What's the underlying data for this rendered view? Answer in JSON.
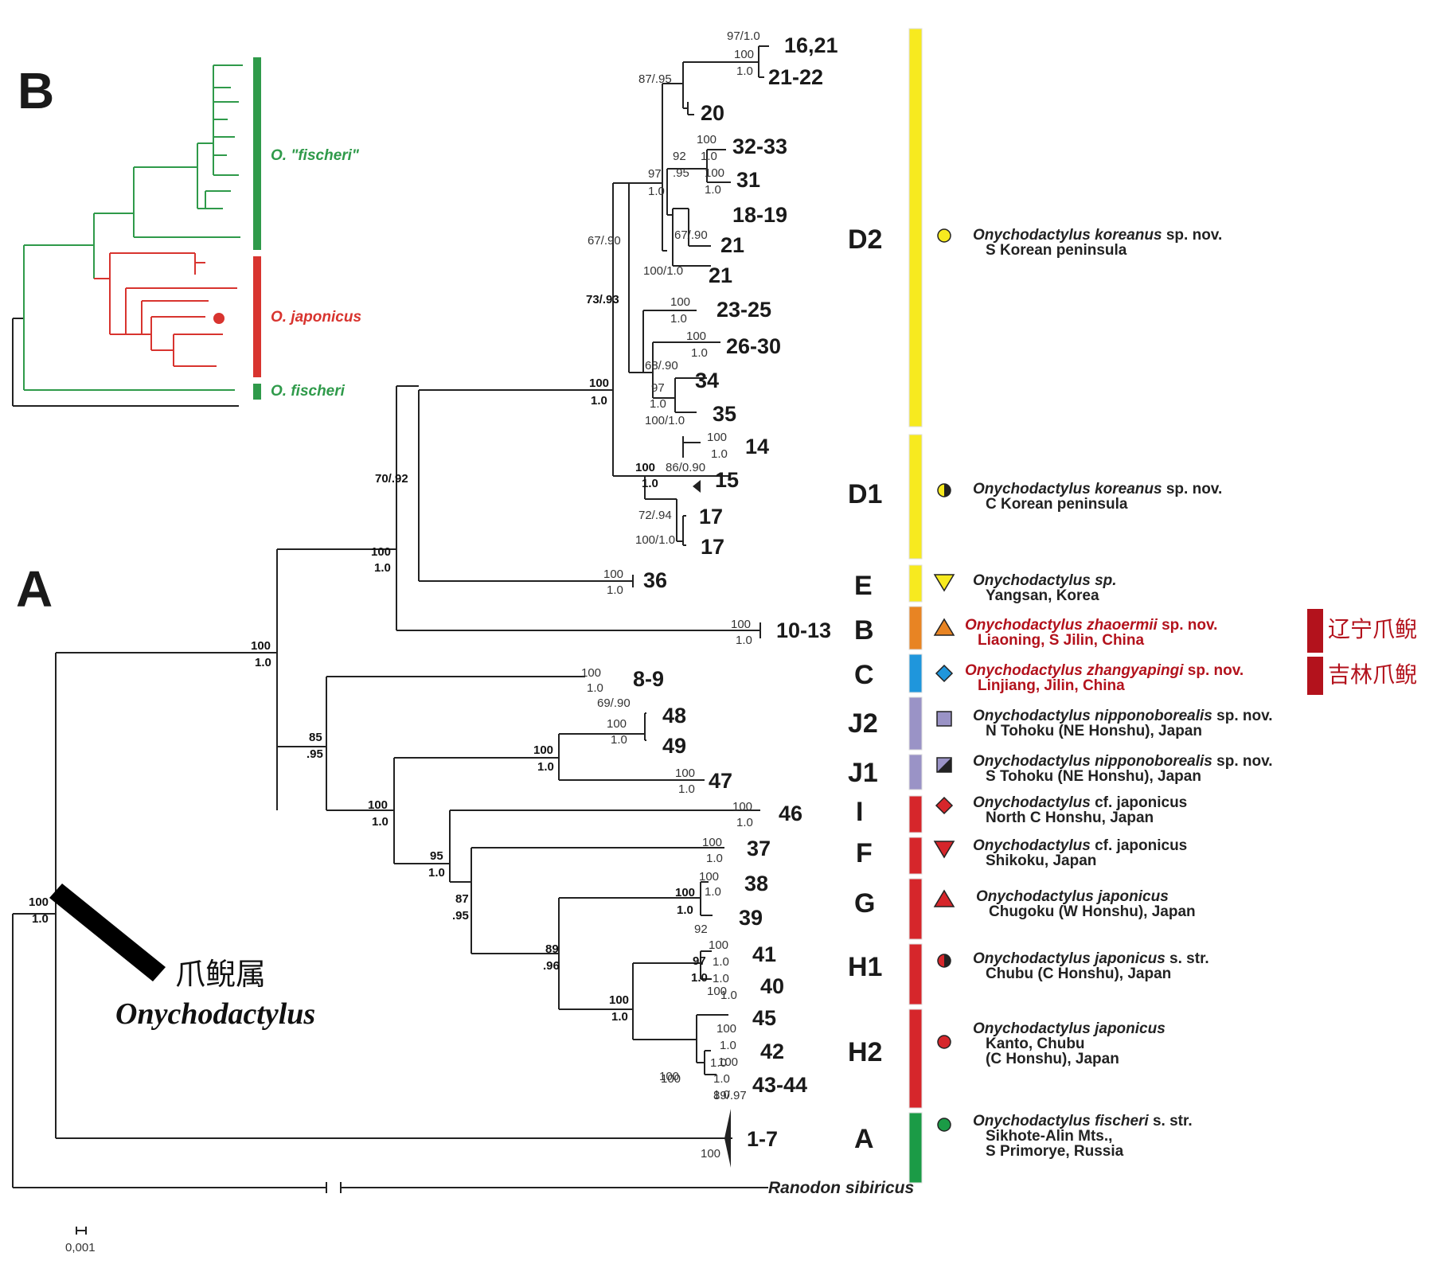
{
  "panels": {
    "a": "A",
    "b": "B"
  },
  "colors": {
    "yellow": "#f7ea1f",
    "orange": "#e88423",
    "blue": "#1f96dc",
    "lavender": "#9a93c6",
    "red": "#d6262b",
    "green": "#1b9b46",
    "inset_green": "#2f9a4a",
    "inset_red": "#d8342f",
    "highlight_red": "#b3121c"
  },
  "tips": [
    "16,21",
    "21-22",
    "20",
    "32-33",
    "31",
    "18-19",
    "21",
    "21",
    "23-25",
    "26-30",
    "34",
    "35",
    "14",
    "15",
    "17",
    "17",
    "36",
    "10-13",
    "8-9",
    "48",
    "49",
    "47",
    "46",
    "37",
    "38",
    "39",
    "41",
    "40",
    "45",
    "42",
    "43-44",
    "1-7"
  ],
  "supports": [
    "97/1.0",
    "100",
    "1.0",
    "87/.95",
    "100",
    "1.0",
    "92",
    ".95",
    "100",
    "1.0",
    "97",
    "1.0",
    "67/.90",
    "100/1.0",
    "67/.90",
    "73/.93",
    "100",
    "1.0",
    "100",
    "1.0",
    "68/.90",
    "97",
    "1.0",
    "100/1.0",
    "100",
    "1.0",
    "100",
    "1.0",
    "100",
    "1.0",
    "86/0.90",
    "72/.94",
    "100/1.0",
    "70/.92",
    "100",
    "1.0",
    "100",
    "1.0",
    "100",
    "1.0",
    "100",
    "1.0",
    "100",
    "1.0",
    "85",
    ".95",
    "69/.90",
    "100",
    "1.0",
    "100",
    "1.0",
    "100",
    "1.0",
    "100",
    "1.0",
    "100",
    "1.0",
    "95",
    "1.0",
    "100",
    "1.0",
    "87",
    ".95",
    "100",
    "1.0",
    "100",
    "1.0",
    "92",
    "89",
    ".96",
    "97",
    "1.0",
    "100",
    "1.0",
    "1.0",
    "100",
    "1.0",
    "100",
    "1.0",
    "100",
    "1.0",
    "100",
    "1.0",
    "100",
    "1.0",
    "89/.97",
    "100",
    "1.0",
    "100",
    "100",
    "1.0"
  ],
  "clades": [
    {
      "label": "D2",
      "color": "yellow",
      "symbol": "circle-yellow",
      "species": "Onychodactylus koreanus",
      "suffix": " sp. nov.",
      "locality": [
        "S Korean peninsula"
      ],
      "highlight": false
    },
    {
      "label": "D1",
      "color": "yellow",
      "symbol": "circle-half-yellow",
      "species": "Onychodactylus koreanus",
      "suffix": " sp. nov.",
      "locality": [
        "C Korean peninsula"
      ],
      "highlight": false
    },
    {
      "label": "E",
      "color": "yellow",
      "symbol": "triangle-down-yellow",
      "species": "Onychodactylus sp.",
      "suffix": "",
      "locality": [
        "Yangsan, Korea"
      ],
      "highlight": false
    },
    {
      "label": "B",
      "color": "orange",
      "symbol": "triangle-up-orange",
      "species": "Onychodactylus zhaoermii",
      "suffix": " sp. nov.",
      "locality": [
        "Liaoning, S Jilin, China"
      ],
      "highlight": true,
      "cn": "辽宁爪鲵"
    },
    {
      "label": "C",
      "color": "blue",
      "symbol": "diamond-blue",
      "species": "Onychodactylus zhangyapingi",
      "suffix": " sp. nov.",
      "locality": [
        "Linjiang, Jilin, China"
      ],
      "highlight": true,
      "cn": "吉林爪鲵"
    },
    {
      "label": "J2",
      "color": "lavender",
      "symbol": "square-lavender",
      "species": "Onychodactylus nipponoborealis",
      "suffix": " sp. nov.",
      "locality": [
        "N Tohoku (NE Honshu), Japan"
      ],
      "highlight": false
    },
    {
      "label": "J1",
      "color": "lavender",
      "symbol": "square-half-lavender",
      "species": "Onychodactylus nipponoborealis",
      "suffix": " sp. nov.",
      "locality": [
        "S Tohoku (NE Honshu), Japan"
      ],
      "highlight": false
    },
    {
      "label": "I",
      "color": "red",
      "symbol": "diamond-red",
      "species": "Onychodactylus",
      "suffix": " cf. japonicus",
      "locality": [
        "North C Honshu, Japan"
      ],
      "highlight": false
    },
    {
      "label": "F",
      "color": "red",
      "symbol": "triangle-down-red",
      "species": "Onychodactylus",
      "suffix": " cf. japonicus",
      "locality": [
        "Shikoku, Japan"
      ],
      "highlight": false
    },
    {
      "label": "G",
      "color": "red",
      "symbol": "triangle-up-red",
      "species": "Onychodactylus japonicus",
      "suffix": "",
      "locality": [
        "Chugoku (W Honshu), Japan"
      ],
      "highlight": false
    },
    {
      "label": "H1",
      "color": "red",
      "symbol": "circle-half-red",
      "species": "Onychodactylus japonicus",
      "suffix": " s. str.",
      "locality": [
        "Chubu (C Honshu), Japan"
      ],
      "highlight": false
    },
    {
      "label": "H2",
      "color": "red",
      "symbol": "circle-red",
      "species": "Onychodactylus japonicus",
      "suffix": "",
      "locality": [
        "Kanto, Chubu",
        "(C Honshu), Japan"
      ],
      "highlight": false
    },
    {
      "label": "A",
      "color": "green",
      "symbol": "circle-green",
      "species": "Onychodactylus fischeri",
      "suffix": " s. str.",
      "locality": [
        "Sikhote-Alin Mts.,",
        "S Primorye, Russia"
      ],
      "highlight": false
    }
  ],
  "genus": {
    "cn": "爪鲵属",
    "latin": "Onychodactylus"
  },
  "outgroup": "Ranodon sibiricus",
  "scale": "0,001",
  "inset": {
    "labels": [
      {
        "text": "O. \"fischeri\"",
        "color": "inset_green"
      },
      {
        "text": "O. japonicus",
        "color": "inset_red"
      },
      {
        "text": "O. fischeri",
        "color": "inset_green"
      }
    ]
  }
}
